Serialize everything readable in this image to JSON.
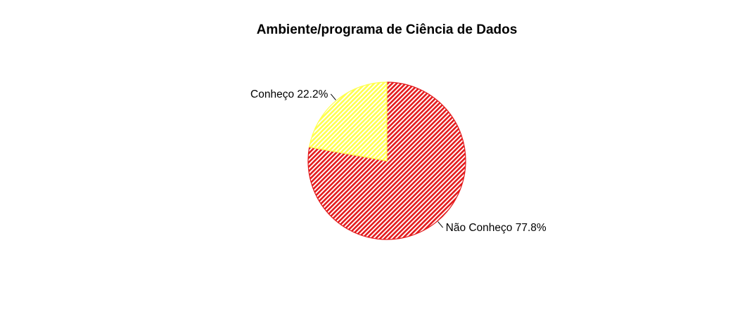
{
  "chart_data": {
    "type": "pie",
    "title": "Ambiente/programa de Ciência de Dados",
    "start_angle_deg": 90,
    "direction": "clockwise",
    "legend": "none",
    "slices": [
      {
        "label": "Não Conheço 77.8%",
        "category": "Não Conheço",
        "value": 77.8,
        "color": "#e31a1c",
        "hatch": "diagonal-lines"
      },
      {
        "label": "Conheço 22.2%",
        "category": "Conheço",
        "value": 22.2,
        "color": "#ffff4d",
        "hatch": "diagonal-lines"
      }
    ]
  }
}
